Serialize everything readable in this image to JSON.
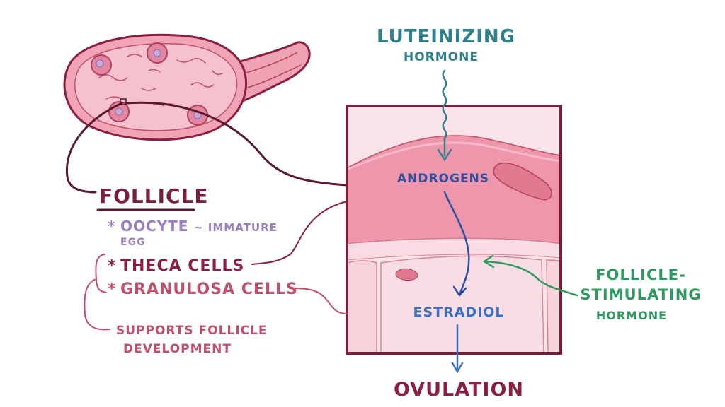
{
  "labels": {
    "lh_line1": "Luteinizing",
    "lh_line2": "Hormone",
    "androgens": "Androgens",
    "estradiol": "Estradiol",
    "ovulation": "Ovulation",
    "fsh_line1": "Follicle-",
    "fsh_line2": "Stimulating",
    "fsh_line3": "Hormone",
    "follicle": "Follicle",
    "oocyte": "Oocyte",
    "oocyte_note": "~ Immature",
    "oocyte_note2": "Egg",
    "theca": "Theca Cells",
    "granulosa": "Granulosa Cells",
    "supports_line1": "Supports Follicle",
    "supports_line2": "Development",
    "bullet": "*"
  },
  "colors": {
    "teal": "#2f7f8c",
    "green": "#2f9a5f",
    "navy": "#2c4f9e",
    "estradiol_blue": "#3a6fc4",
    "maroon": "#8b1f3f",
    "purple": "#9a7fc0",
    "rose": "#c0506a",
    "tissue_pink": "#e88aa3",
    "tissue_light": "#f7d3dc",
    "tissue_pale": "#fae4ea"
  }
}
